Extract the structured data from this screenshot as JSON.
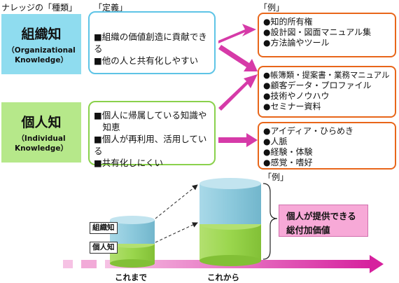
{
  "headers": {
    "types": "ナレッジの「種類」",
    "definition": "「定義」",
    "example": "「例」",
    "example_bottom": "「例」"
  },
  "organizational": {
    "title": "組織知",
    "subtitle": "（Organizational Knowledge）",
    "color": "#8fdcef",
    "border": "#5ec4e6",
    "definitions": [
      "■組織の価値創造に貢献できる",
      "■他の人と共有化しやすい"
    ]
  },
  "individual": {
    "title": "個人知",
    "subtitle": "（Individual Knowledge）",
    "color": "#b6e88a",
    "border": "#8ad14c",
    "definitions": [
      "■個人に帰属している知識や",
      "　知恵",
      "■個人が再利用、活用している",
      "■共有化しにくい"
    ]
  },
  "examples": {
    "box1": [
      "●知的所有権",
      "●設計図・図面マニュアル集",
      "●方法論やツール"
    ],
    "box2": [
      "●帳簿類・提案書・業務マニュアル",
      "●顧客データ・プロファイル",
      "●技術やノウハウ",
      "●セミナー資料"
    ],
    "box3": [
      "●アイディア・ひらめき",
      "●人脈",
      "●経験・体験",
      "●感覚・嗜好"
    ]
  },
  "bottom": {
    "label_org": "組織知",
    "label_ind": "個人知",
    "x_before": "これまで",
    "x_after": "これから",
    "value_box": [
      "個人が提供できる",
      "総付加価値"
    ]
  },
  "colors": {
    "accent_orange": "#e8661a",
    "arrow_pink": "#d63aa8",
    "cylinder_blue": "#8cc9dc",
    "cylinder_green": "#9ad64d"
  }
}
